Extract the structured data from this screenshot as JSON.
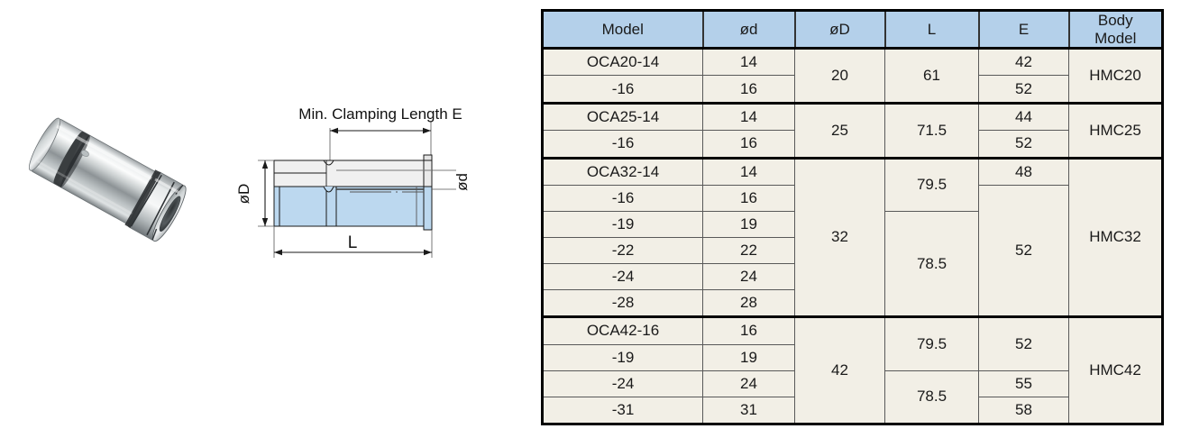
{
  "photo": {
    "alt_name": "collet-sleeve-photograph"
  },
  "drawing": {
    "label_clamping": "Min. Clamping Length E",
    "label_outer_diameter": "øD",
    "label_inner_diameter": "ød",
    "label_length": "L",
    "fill_color": "#bcd8ef",
    "line_color": "#1a1a1a"
  },
  "table": {
    "header_bg": "#b4d0ea",
    "model_bg": "#d5eaf8",
    "cell_bg": "#f2efe6",
    "columns": [
      {
        "key": "model",
        "label": "Model"
      },
      {
        "key": "d",
        "label": "ød"
      },
      {
        "key": "D",
        "label": "øD"
      },
      {
        "key": "L",
        "label": "L"
      },
      {
        "key": "E",
        "label": "E"
      },
      {
        "key": "body",
        "label": "Body\nModel"
      }
    ],
    "header": {
      "model": "Model",
      "d": "ød",
      "D": "øD",
      "L": "L",
      "E": "E",
      "body_line1": "Body",
      "body_line2": "Model"
    },
    "groups": [
      {
        "name": "OCA20",
        "body_model": "HMC20",
        "D": "20",
        "rows": [
          {
            "model": "OCA20-14",
            "d": "14",
            "E": "42"
          },
          {
            "model": "-16",
            "d": "16",
            "E": "52"
          }
        ],
        "L_spans": [
          {
            "value": "61",
            "rows": 2
          }
        ],
        "E_spans": [
          {
            "value": "42",
            "rows": 1
          },
          {
            "value": "52",
            "rows": 1
          }
        ]
      },
      {
        "name": "OCA25",
        "body_model": "HMC25",
        "D": "25",
        "rows": [
          {
            "model": "OCA25-14",
            "d": "14",
            "E": "44"
          },
          {
            "model": "-16",
            "d": "16",
            "E": "52"
          }
        ],
        "L_spans": [
          {
            "value": "71.5",
            "rows": 2
          }
        ],
        "E_spans": [
          {
            "value": "44",
            "rows": 1
          },
          {
            "value": "52",
            "rows": 1
          }
        ]
      },
      {
        "name": "OCA32",
        "body_model": "HMC32",
        "D": "32",
        "rows": [
          {
            "model": "OCA32-14",
            "d": "14"
          },
          {
            "model": "-16",
            "d": "16"
          },
          {
            "model": "-19",
            "d": "19"
          },
          {
            "model": "-22",
            "d": "22"
          },
          {
            "model": "-24",
            "d": "24"
          },
          {
            "model": "-28",
            "d": "28"
          }
        ],
        "L_spans": [
          {
            "value": "79.5",
            "rows": 2
          },
          {
            "value": "78.5",
            "rows": 4
          }
        ],
        "E_spans": [
          {
            "value": "48",
            "rows": 1
          },
          {
            "value": "52",
            "rows": 5
          }
        ]
      },
      {
        "name": "OCA42",
        "body_model": "HMC42",
        "D": "42",
        "rows": [
          {
            "model": "OCA42-16",
            "d": "16"
          },
          {
            "model": "-19",
            "d": "19"
          },
          {
            "model": "-24",
            "d": "24"
          },
          {
            "model": "-31",
            "d": "31"
          }
        ],
        "L_spans": [
          {
            "value": "79.5",
            "rows": 2
          },
          {
            "value": "78.5",
            "rows": 2
          }
        ],
        "E_spans": [
          {
            "value": "52",
            "rows": 2
          },
          {
            "value": "55",
            "rows": 1
          },
          {
            "value": "58",
            "rows": 1
          }
        ]
      }
    ]
  }
}
